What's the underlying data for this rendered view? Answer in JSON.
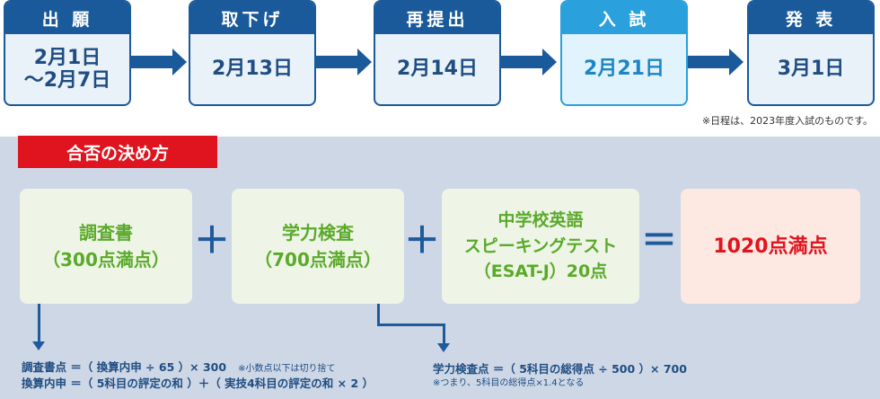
{
  "steps": [
    {
      "head": "出 願",
      "body": "2月1日\n〜2月7日"
    },
    {
      "head": "取下げ",
      "body": "2月13日"
    },
    {
      "head": "再提出",
      "body": "2月14日"
    },
    {
      "head": "入 試",
      "body": "2月21日"
    },
    {
      "head": "発 表",
      "body": "3月1日"
    }
  ],
  "note": "※日程は、2023年度入試のものです。",
  "section_title": "合否の決め方",
  "boxes": [
    {
      "text": "調査書\n（300点満点）"
    },
    {
      "text": "学力検査\n（700点満点）"
    },
    {
      "text": "中学校英語\nスピーキングテスト\n（ESAT-J）20点"
    },
    {
      "text": "1020点満点"
    }
  ],
  "operators": {
    "plus": "＋",
    "equals": "＝"
  },
  "formulas": {
    "report_line1": "調査書点 ＝（ 換算内申 ÷ 65 ）× 300",
    "report_note": "※小数点以下は切り捨て",
    "report_line2": "換算内申 ＝（ 5科目の評定の和 ）＋（ 実技4科目の評定の和 × 2 ）",
    "exam_line1": "学力検査点 ＝（ 5科目の総得点 ÷ 500 ）× 700",
    "exam_note": "※つまり、5科目の総得点×1.4となる"
  },
  "colors": {
    "navy": "#1a5a9a",
    "sky": "#2aa0dc",
    "red": "#e0141e",
    "green": "#5aaa2a",
    "panel": "#cdd7e6"
  }
}
